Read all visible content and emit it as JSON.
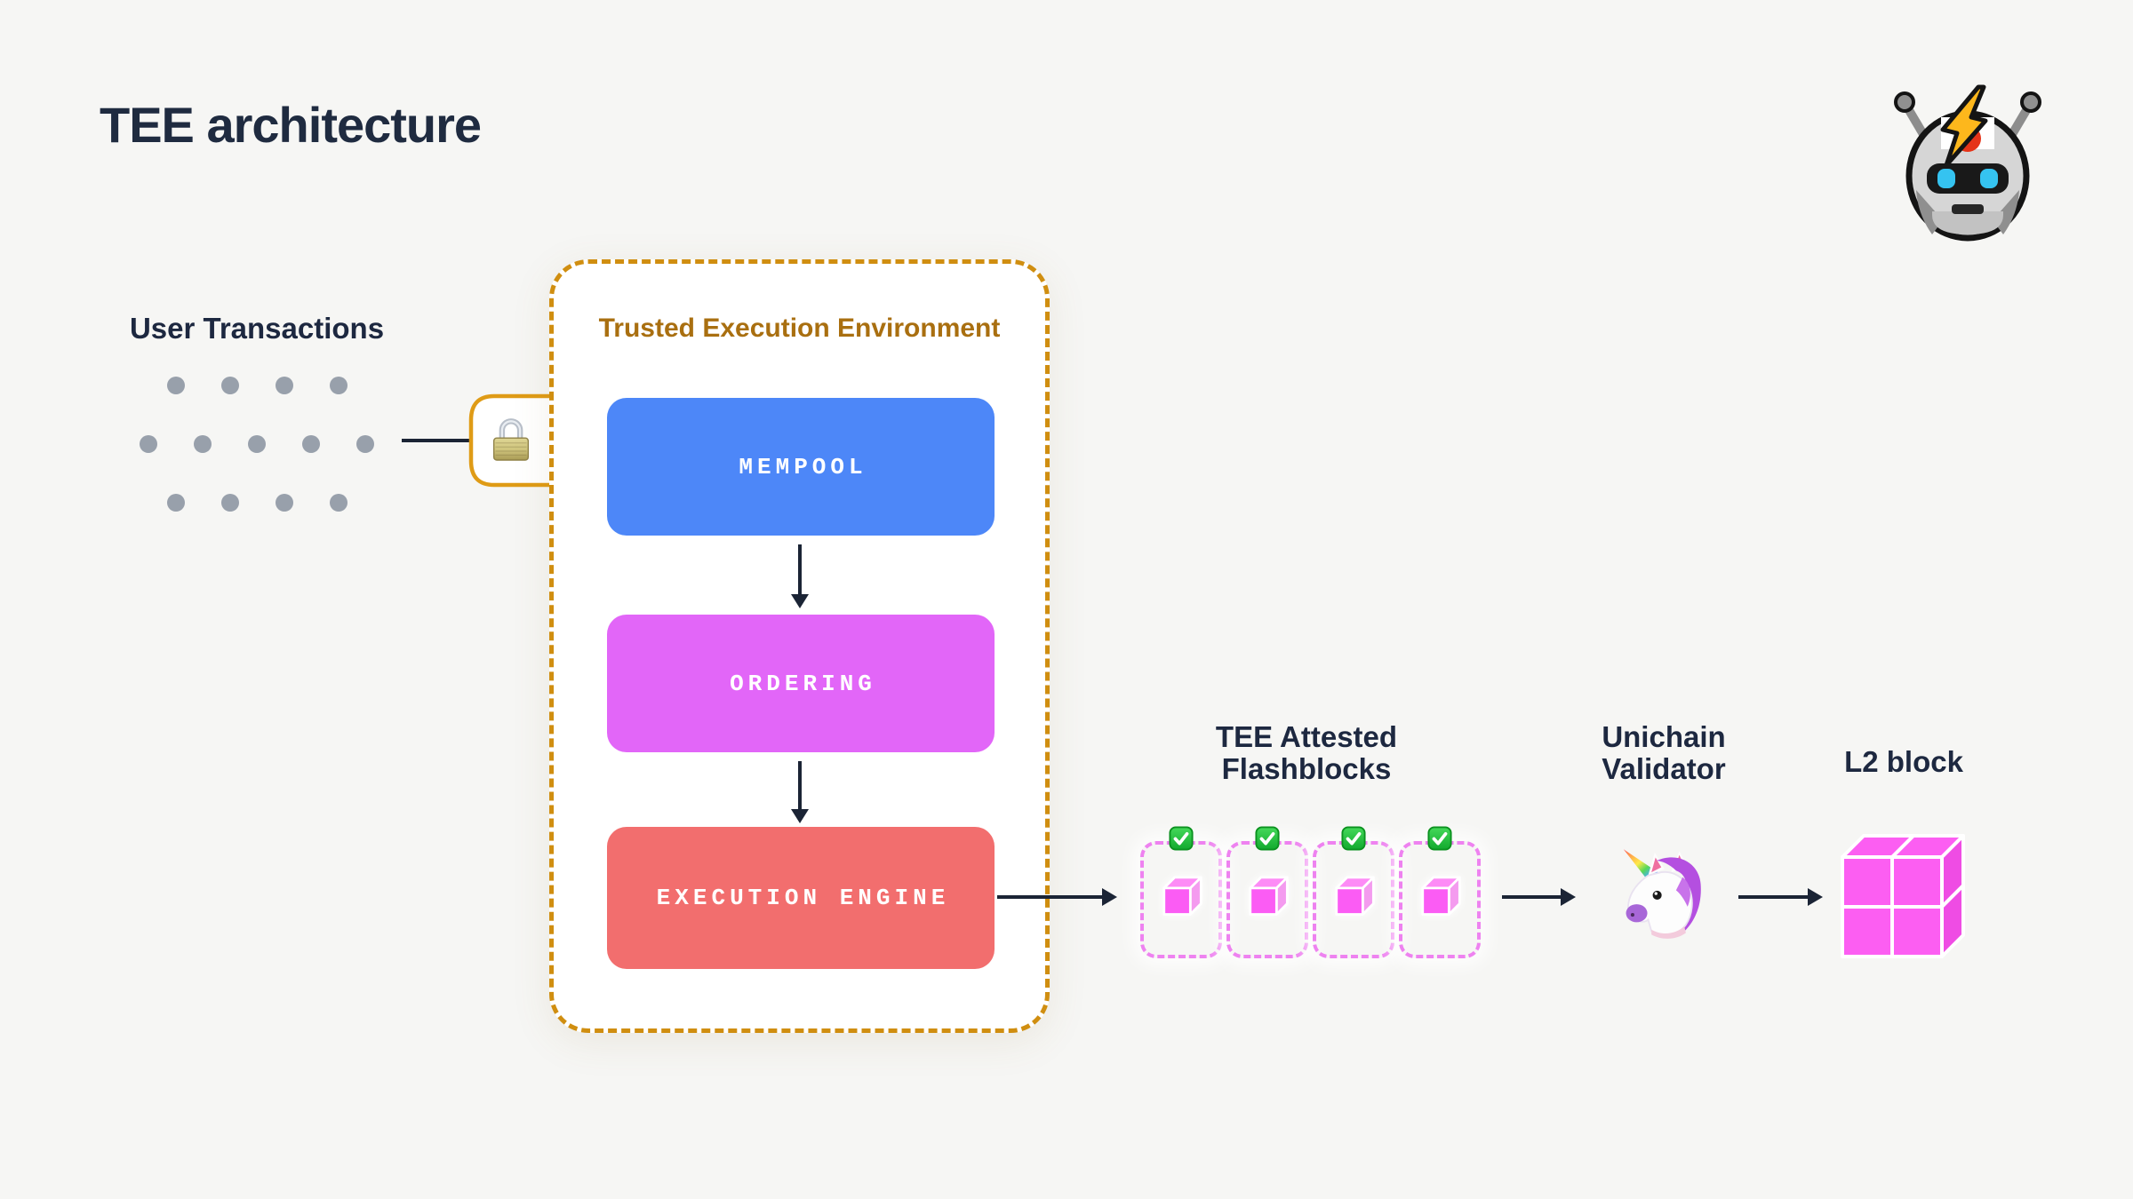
{
  "page": {
    "title": "TEE architecture"
  },
  "colors": {
    "background": "#f6f6f4",
    "heading_text": "#1d2840",
    "arrow": "#1b2435",
    "tee_border": "#d08e10",
    "tee_label_text": "#a96f10",
    "flashblock_cell_border": "#ee82f0",
    "transaction_dot": "#98a0ab"
  },
  "user_transactions": {
    "label": "User Transactions",
    "dot_rows": [
      4,
      5,
      4
    ]
  },
  "tee": {
    "label": "Trusted Execution Environment",
    "stages": [
      {
        "label": "MEMPOOL",
        "color": "#4d87f8"
      },
      {
        "label": "ORDERING",
        "color": "#e266f8"
      },
      {
        "label": "EXECUTION ENGINE",
        "color": "#f26e6e"
      }
    ]
  },
  "flashblocks": {
    "label_line1": "TEE Attested",
    "label_line2": "Flashblocks",
    "count": 4
  },
  "validator": {
    "label_line1": "Unichain",
    "label_line2": "Validator"
  },
  "l2": {
    "label": "L2 block"
  },
  "icons": {
    "robot": "flashbot-robot-icon",
    "lock": "padlock-icon",
    "check": "attested-check-icon",
    "cube": "flashblock-cube-icon",
    "unicorn": "unicorn-validator-icon",
    "l2_cubes": "l2-block-cubes-icon"
  }
}
